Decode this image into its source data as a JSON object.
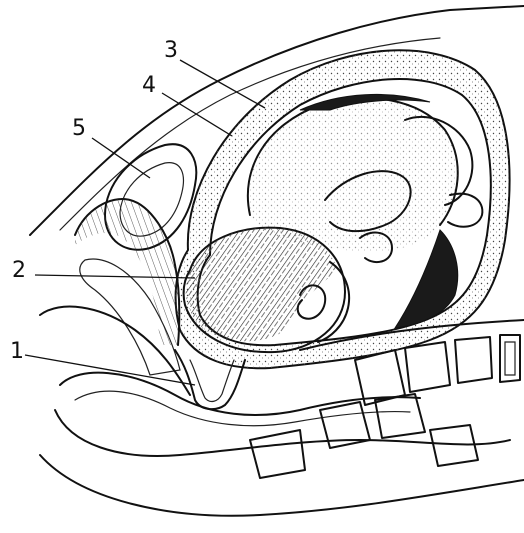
{
  "labels": {
    "l1": "1",
    "l2": "2",
    "l3": "3",
    "l4": "4",
    "l5": "5"
  },
  "colors": {
    "ink": "#111111",
    "paper": "#ffffff"
  }
}
